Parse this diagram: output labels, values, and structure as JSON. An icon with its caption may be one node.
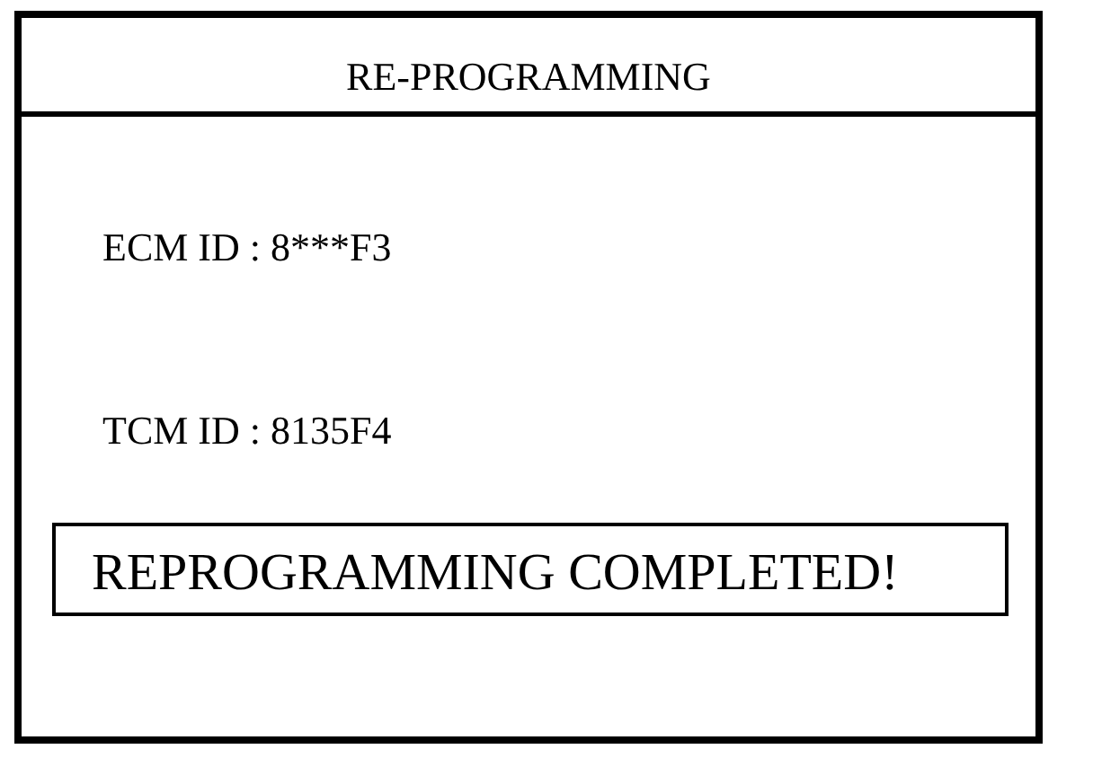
{
  "diagram": {
    "nodes": [
      {
        "text": [
          "RE-PROGRAMMING",
          "ECM ID : 8***F3",
          "TCM ID : 8135F4"
        ]
      },
      {
        "text": [
          "REPROGRAMMING COMPLETED!"
        ],
        "in": 0
      }
    ]
  }
}
